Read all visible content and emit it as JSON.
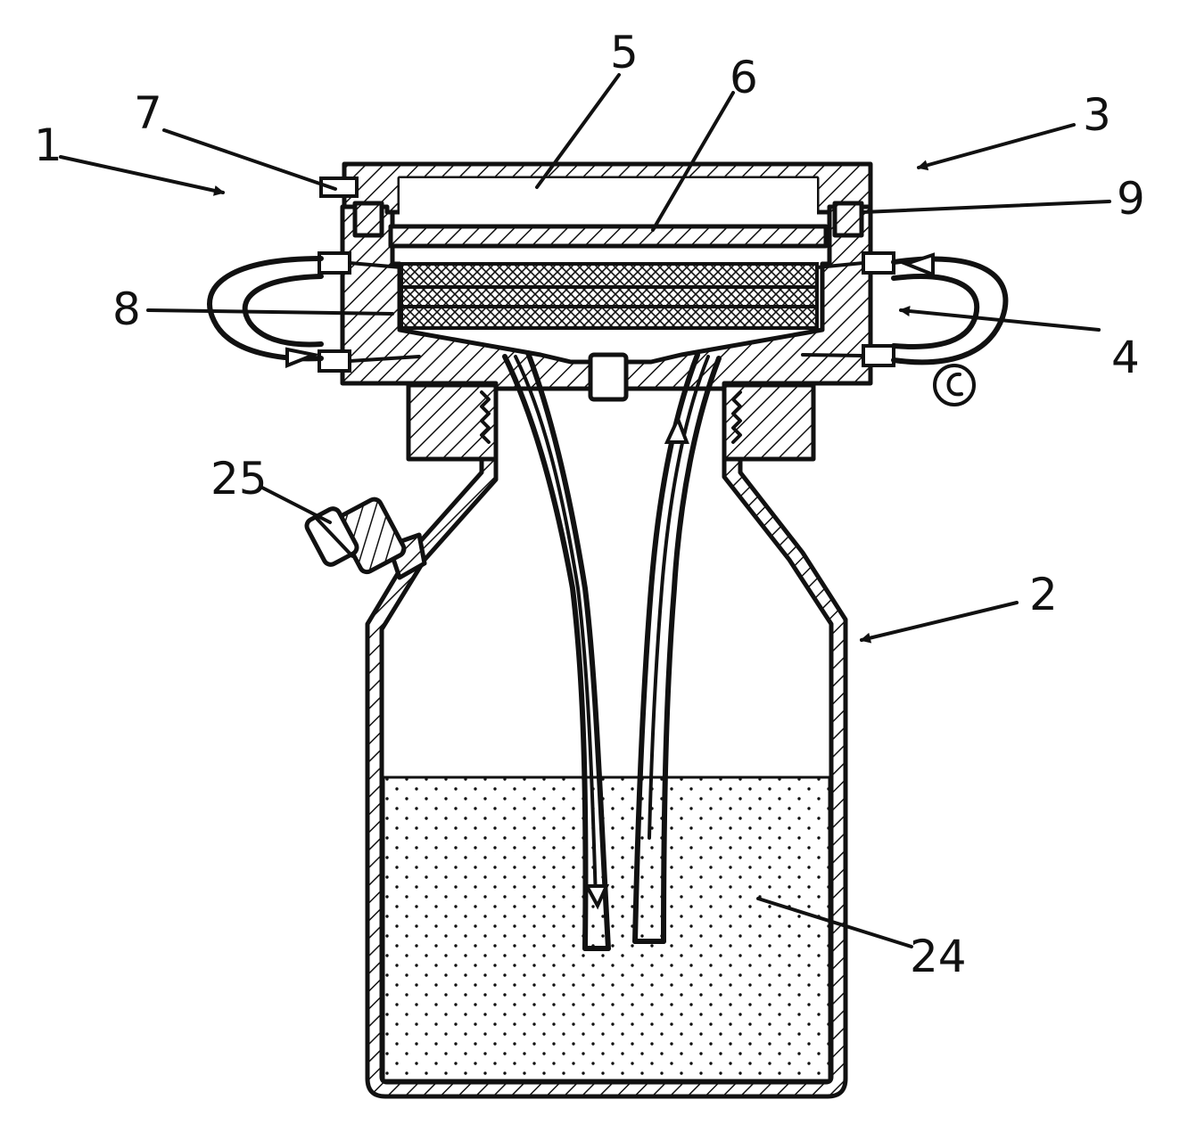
{
  "labels": {
    "l1": "1",
    "l2": "2",
    "l3": "3",
    "l4": "4",
    "l5": "5",
    "l6": "6",
    "l7": "7",
    "l8": "8",
    "l9": "9",
    "l24": "24",
    "l25": "25"
  },
  "colors": {
    "ink": "#111111",
    "paper": "#ffffff"
  }
}
